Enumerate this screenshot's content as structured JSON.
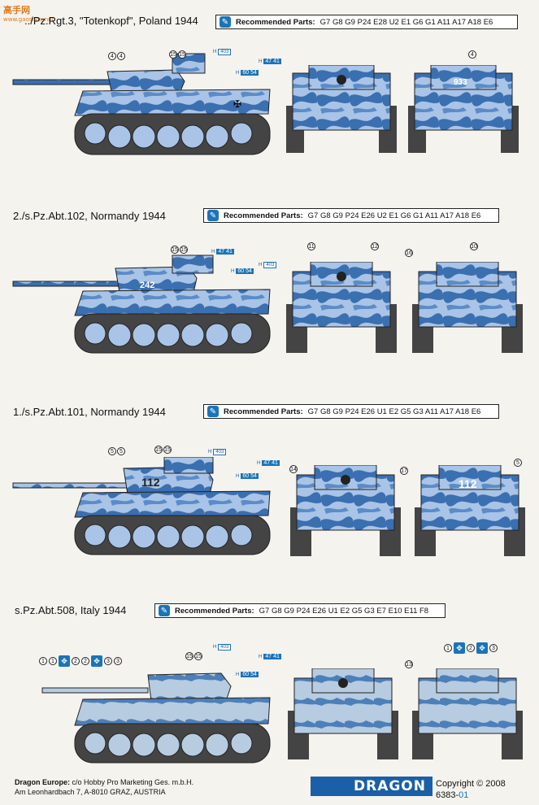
{
  "watermark": {
    "main": "高手网",
    "sub": "www.gaoshou.net"
  },
  "sections": [
    {
      "title": "../Pz.Rgt.3, \"Totenkopf\", Poland 1944",
      "parts_label": "Recommended Parts:",
      "parts": "G7  G8  G9  P24   E28  U2  E1  G6  G1  A11  A17  A18  E6",
      "callouts": [
        "4",
        "4",
        "15",
        "15",
        "4"
      ],
      "tags": {
        "h403": "403",
        "h41": "47 41",
        "h54": "60 54"
      },
      "turret_number": "933"
    },
    {
      "title": "2./s.Pz.Abt.102, Normandy 1944",
      "parts_label": "Recommended Parts:",
      "parts": "G7  G8  G9  P24  E26  U2  E1  G6  G1  A11  A17  A18  E6",
      "callouts": [
        "15",
        "15",
        "11",
        "12",
        "16",
        "10"
      ],
      "tags": {
        "h403": "403",
        "h41": "47 41",
        "h54": "60 54"
      },
      "turret_number": "242"
    },
    {
      "title": "1./s.Pz.Abt.101, Normandy 1944",
      "parts_label": "Recommended Parts:",
      "parts": "G7  G8  G9  P24  E26  U1  E2  G5  G3  A11  A17  A18  E6",
      "callouts": [
        "5",
        "5",
        "15",
        "15",
        "14",
        "17",
        "5"
      ],
      "tags": {
        "h403": "403",
        "h41": "47 41",
        "h54": "60 54"
      },
      "turret_number": "112"
    },
    {
      "title": "s.Pz.Abt.508, Italy 1944",
      "parts_label": "Recommended Parts:",
      "parts": "G7  G8  G9  P24  E26  U1  E2  G5  G3  E7  E10  E11  F8",
      "callouts": [
        "1",
        "1",
        "2",
        "2",
        "3",
        "3",
        "15",
        "15",
        "13",
        "1",
        "2",
        "3"
      ],
      "tags": {
        "h403": "403",
        "h41": "47 41",
        "h54": "60 54"
      },
      "turret_number": ""
    }
  ],
  "footer": {
    "line1_bold": "Dragon Europe:",
    "line1": " c/o Hobby Pro Marketing Ges. m.b.H.",
    "line2": "Am Leonhardbach 7, A-8010 GRAZ, AUSTRIA",
    "brand": "DRAGON",
    "copyright": "Copyright © 2008",
    "code": "6383-",
    "code_suffix": "01"
  },
  "colors": {
    "camo_light": "#a9c4e6",
    "camo_dark": "#3a6fb0",
    "accent": "#1b74b8",
    "brand": "#1a5fa8"
  }
}
